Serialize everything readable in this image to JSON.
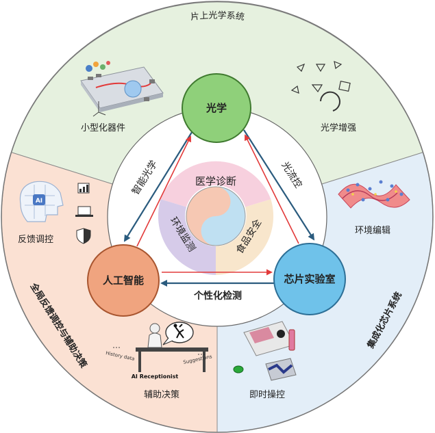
{
  "sectors": {
    "top_title": "片上光学系统",
    "right_title": "集成化芯片系统",
    "left_title": "全局反馈调控与辅助决策"
  },
  "nodes": {
    "optics": "光学",
    "ai": "人工智能",
    "lab": "芯片实验室"
  },
  "edges": {
    "optics_ai": "智能光学",
    "optics_lab": "光流控",
    "ai_lab": "个性化检测"
  },
  "center": {
    "medical": "医学诊断",
    "food": "食品安全",
    "environment": "环境监测"
  },
  "features": {
    "miniaturized": "小型化器件",
    "optical_enhance": "光学增强",
    "env_edit": "环境编辑",
    "instant_control": "即时操控",
    "feedback": "反馈调控",
    "decision": "辅助决策"
  },
  "icon_text": {
    "ai_chip": "AI",
    "history": "History data",
    "suggestions": "Suggestions",
    "receptionist": "AI Receptionist"
  },
  "colors": {
    "sector_top": "#e6f1df",
    "sector_left": "#fbe1d3",
    "sector_right": "#e3eef8",
    "node_optics": "#8fd07a",
    "node_ai": "#f0a47f",
    "node_lab": "#6fc2ea",
    "arrow_blue": "#2a5b7e",
    "arrow_red": "#e23a3a",
    "center_pink": "#f7d0de",
    "center_beige": "#f8e6cc",
    "center_lavender": "#d6cbe9"
  }
}
